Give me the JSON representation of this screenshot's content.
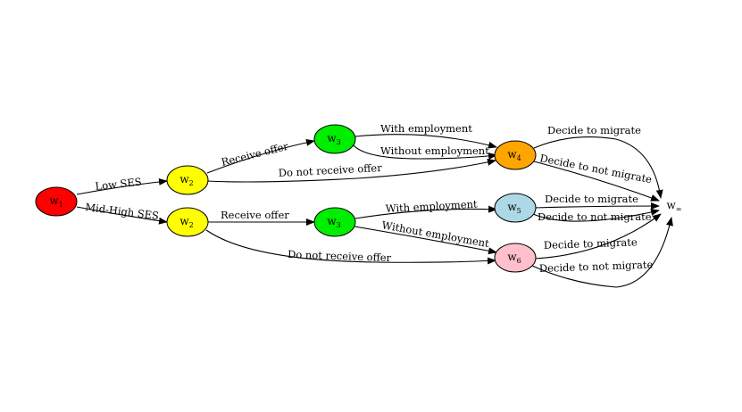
{
  "nodes": {
    "w1": {
      "base": "w",
      "sub": "1",
      "color": "#ff0000"
    },
    "w2a": {
      "base": "w",
      "sub": "2",
      "color": "#ffff00"
    },
    "w2b": {
      "base": "w",
      "sub": "2",
      "color": "#ffff00"
    },
    "w3a": {
      "base": "w",
      "sub": "3",
      "color": "#00ee00"
    },
    "w3b": {
      "base": "w",
      "sub": "3",
      "color": "#00ee00"
    },
    "w4": {
      "base": "w",
      "sub": "4",
      "color": "#ffa500"
    },
    "w5": {
      "base": "w",
      "sub": "5",
      "color": "#add8e6"
    },
    "w6": {
      "base": "w",
      "sub": "6",
      "color": "#ffc0cb"
    },
    "winf": {
      "base": "w",
      "sub": "∞"
    }
  },
  "edges": {
    "low_ses": "Low SES",
    "mid_high_ses": "Mid-High SES",
    "receive_offer_top": "Receive offer",
    "receive_offer_bottom": "Receive offer",
    "do_not_receive_top": "Do not receive offer",
    "do_not_receive_bottom": "Do not receive offer",
    "with_employment_top": "With employment",
    "without_employment_top": "Without employment",
    "with_employment_bottom": "With employment",
    "without_employment_bottom": "Without employment",
    "w4_migrate": "Decide to migrate",
    "w4_not_migrate": "Decide to not migrate",
    "w5_migrate": "Decide to migrate",
    "w5_not_migrate": "Decide to not migrate",
    "w6_migrate": "Decide to migrate",
    "w6_not_migrate": "Decide to not migrate"
  }
}
